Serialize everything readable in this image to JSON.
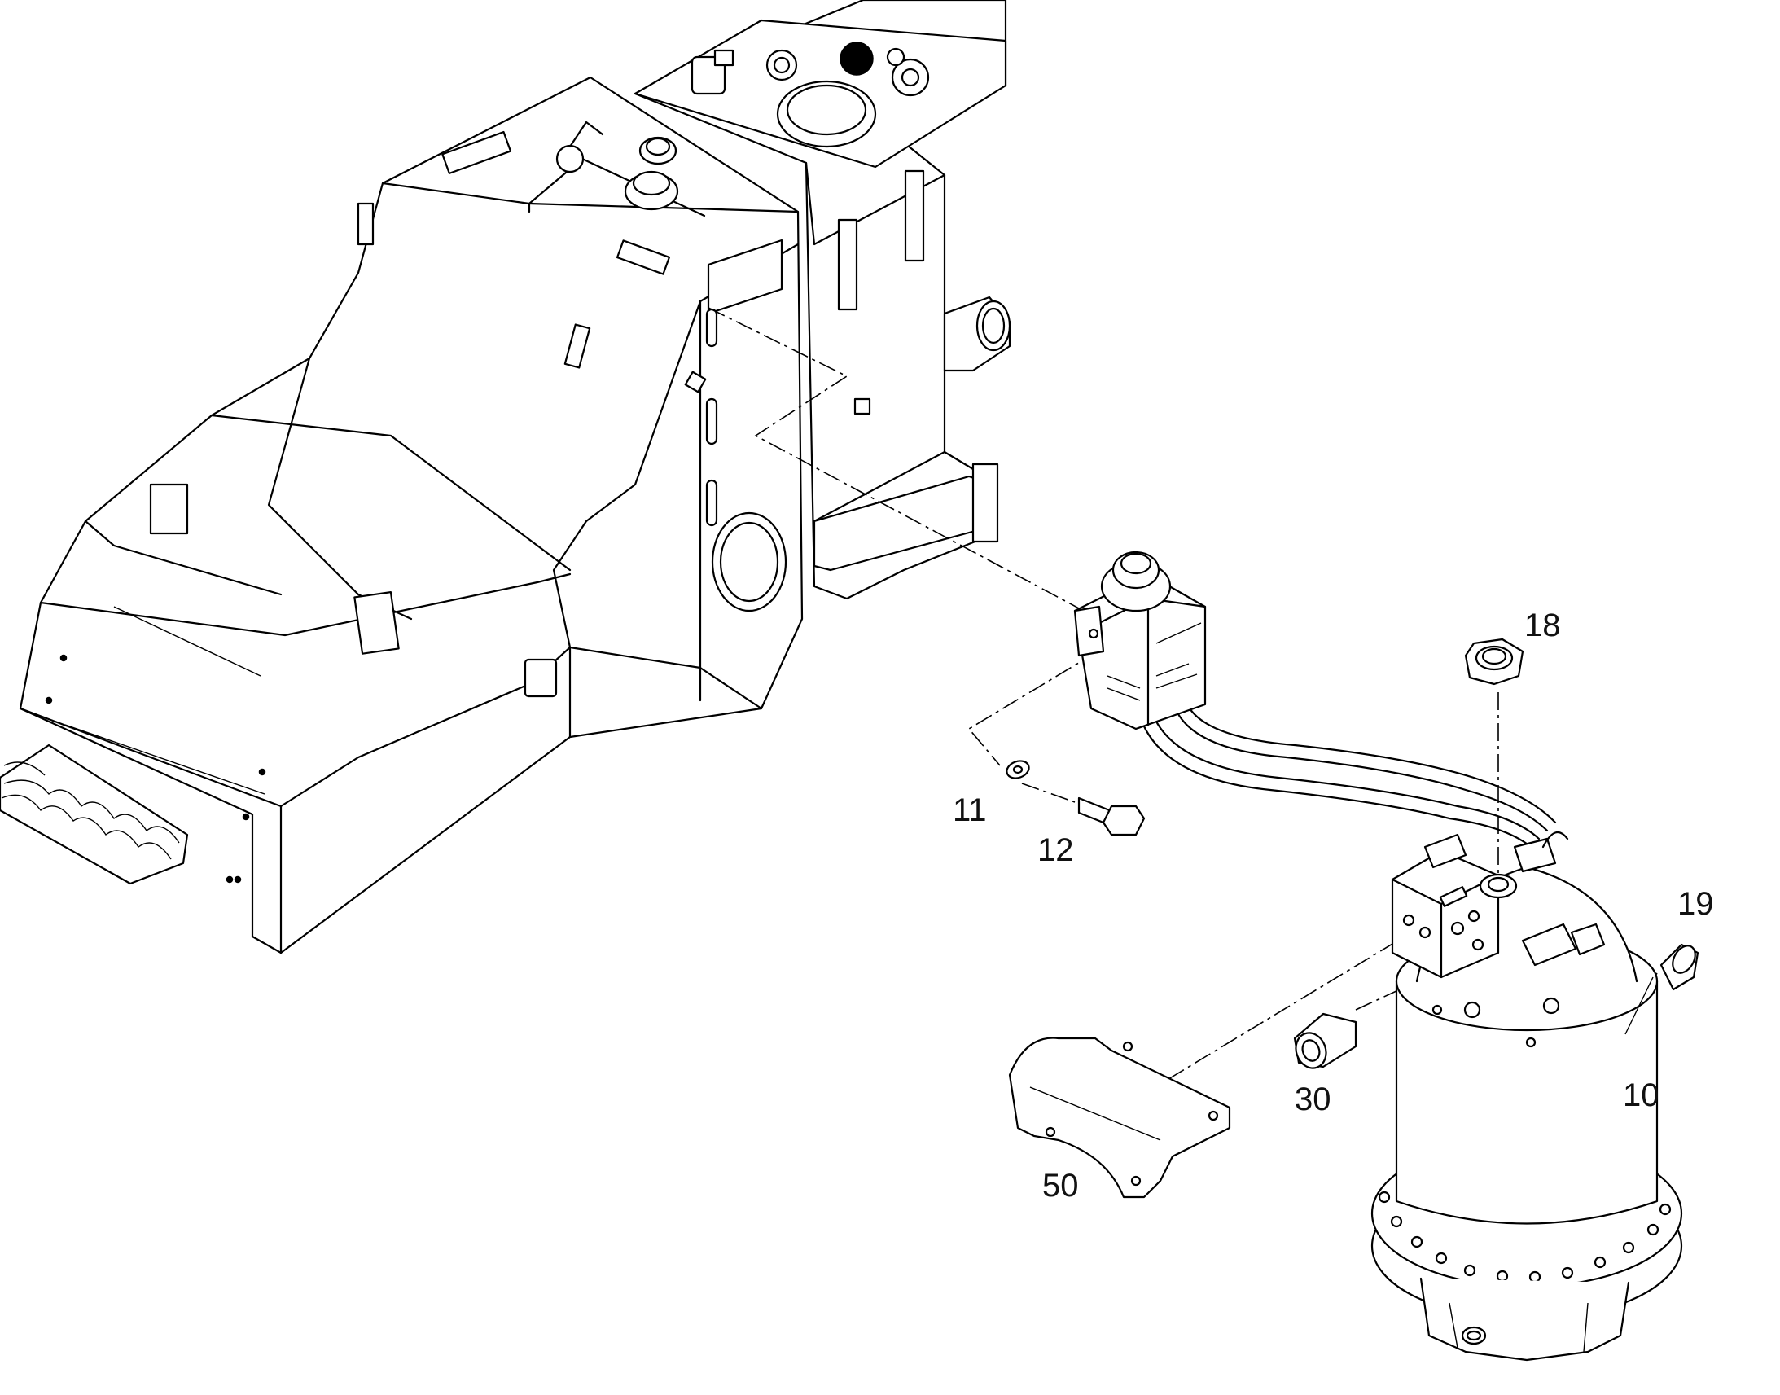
{
  "diagram": {
    "callouts": [
      {
        "id": "18",
        "text": "18"
      },
      {
        "id": "19",
        "text": "19"
      },
      {
        "id": "11",
        "text": "11"
      },
      {
        "id": "12",
        "text": "12"
      },
      {
        "id": "30",
        "text": "30"
      },
      {
        "id": "10",
        "text": "10"
      },
      {
        "id": "50",
        "text": "50"
      }
    ]
  }
}
